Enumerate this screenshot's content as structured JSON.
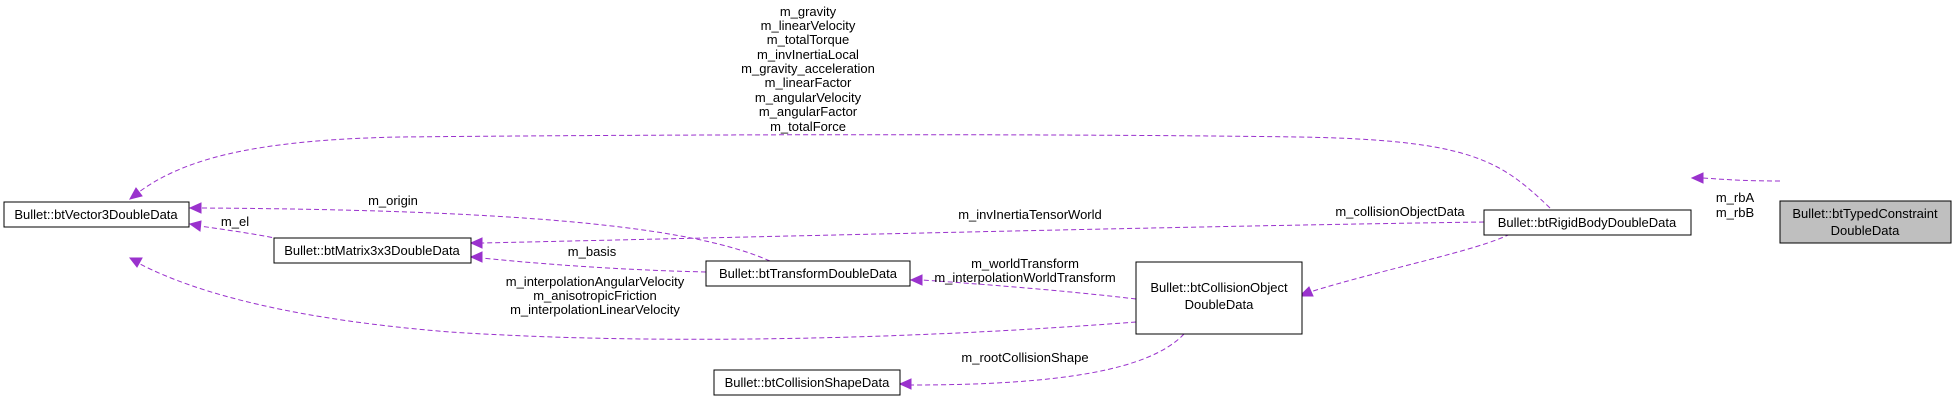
{
  "diagram": {
    "nodes": {
      "typed_constraint": {
        "line1": "Bullet::btTypedConstraint",
        "line2": "DoubleData"
      },
      "rigid_body": {
        "label": "Bullet::btRigidBodyDoubleData"
      },
      "vector3": {
        "label": "Bullet::btVector3DoubleData"
      },
      "matrix3x3": {
        "label": "Bullet::btMatrix3x3DoubleData"
      },
      "transform": {
        "label": "Bullet::btTransformDoubleData"
      },
      "collision_object": {
        "line1": "Bullet::btCollisionObject",
        "line2": "DoubleData"
      },
      "collision_shape": {
        "label": "Bullet::btCollisionShapeData"
      }
    },
    "edges": {
      "rb_to_tc": [
        "m_rbA",
        "m_rbB"
      ],
      "vec_to_rb": [
        "m_gravity",
        "m_linearVelocity",
        "m_totalTorque",
        "m_invInertiaLocal",
        "m_gravity_acceleration",
        "m_linearFactor",
        "m_angularVelocity",
        "m_angularFactor",
        "m_totalForce"
      ],
      "mat_to_rb": "m_invInertiaTensorWorld",
      "co_to_rb": "m_collisionObjectData",
      "vec_to_tr": "m_origin",
      "vec_to_mat": "m_el",
      "mat_to_tr": "m_basis",
      "tr_to_co": [
        "m_worldTransform",
        "m_interpolationWorldTransform"
      ],
      "vec_to_co": [
        "m_interpolationAngularVelocity",
        "m_anisotropicFriction",
        "m_interpolationLinearVelocity"
      ],
      "cs_to_co": "m_rootCollisionShape"
    }
  },
  "colors": {
    "edge": "#9a32cd",
    "focus_node_fill": "#bfbfbf",
    "node_border": "#000000"
  }
}
